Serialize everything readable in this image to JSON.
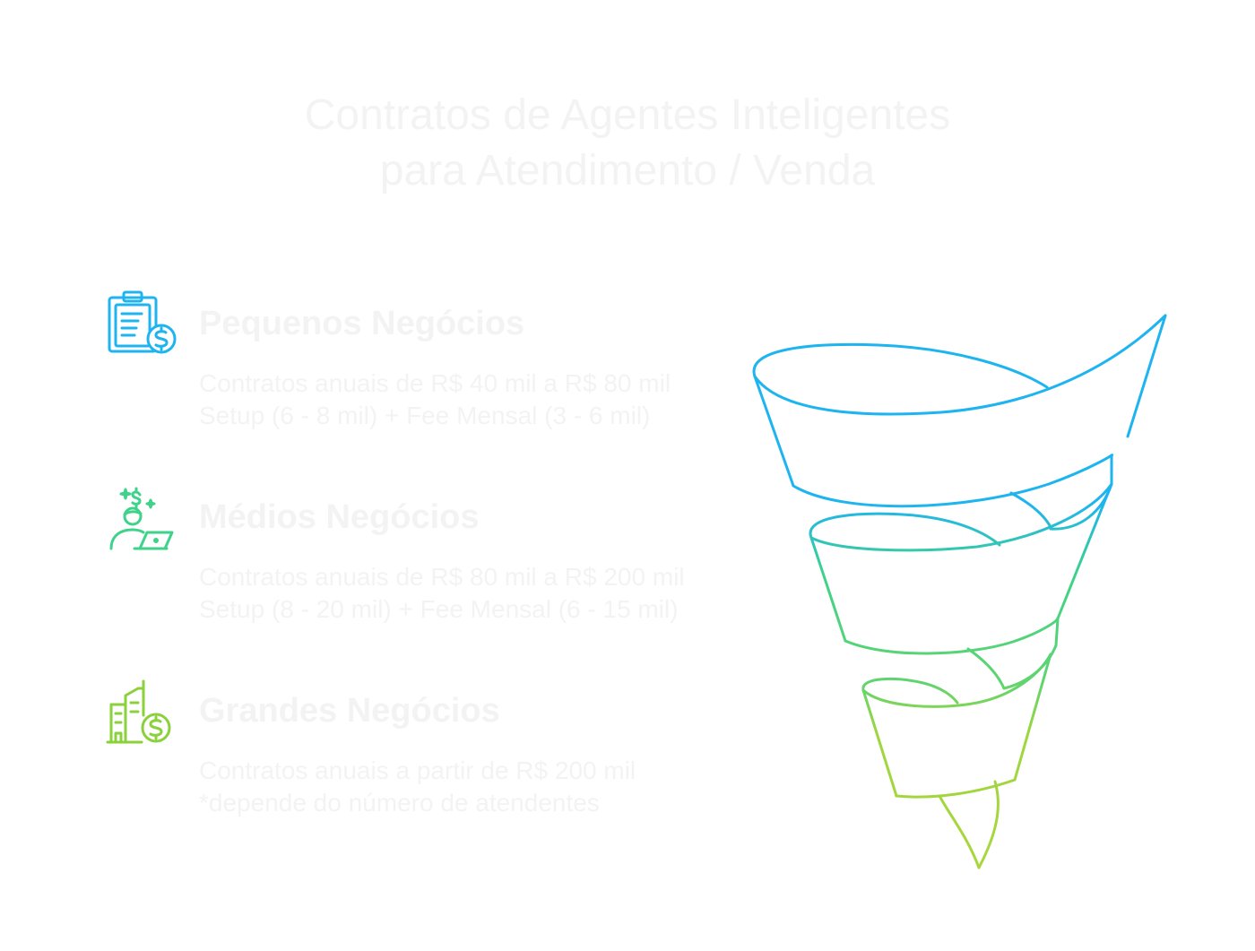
{
  "title": {
    "line1": "Contratos de Agentes Inteligentes",
    "line2": "para Atendimento / Venda"
  },
  "tiers": [
    {
      "heading": "Pequenos Negócios",
      "desc_line1": "Contratos anuais de R$ 40 mil a R$ 80 mil",
      "desc_line2": "Setup (6 - 8 mil) + Fee Mensal (3 - 6 mil)",
      "icon": "clipboard-dollar-icon",
      "color": "#1eb4f0"
    },
    {
      "heading": "Médios Negócios",
      "desc_line1": "Contratos anuais de R$ 80 mil a R$ 200 mil",
      "desc_line2": "Setup (8 - 20 mil) + Fee Mensal (6 - 15 mil)",
      "icon": "person-laptop-dollar-icon",
      "color": "#3fd28a"
    },
    {
      "heading": "Grandes Negócios",
      "desc_line1": "Contratos anuais a partir de R$ 200 mil",
      "desc_line2": "*depende do número de atendentes",
      "icon": "buildings-dollar-icon",
      "color": "#8ad13c"
    }
  ],
  "colors": {
    "funnel_top": "#1eb4f0",
    "funnel_middle": "#3fd28a",
    "funnel_bottom": "#a8d73a"
  }
}
